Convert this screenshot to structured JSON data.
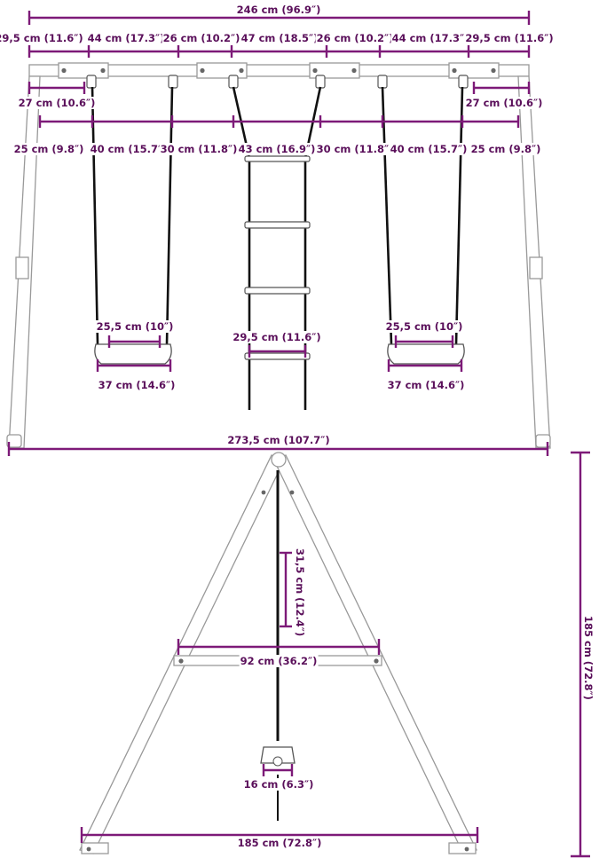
{
  "colors": {
    "dimension": "#7d1a78",
    "frame": "#9b9b9b",
    "text": "#5a0f5a",
    "rope": "#111111"
  },
  "front_view": {
    "beam_length": "246 cm (96.9″)",
    "segments": [
      "29,5 cm (11.6″)",
      "44 cm (17.3″)",
      "26 cm (10.2″)",
      "47 cm (18.5″)",
      "26 cm (10.2″)",
      "44 cm (17.3″)",
      "29,5 cm (11.6″)"
    ],
    "end_offset_left": "27 cm (10.6″)",
    "end_offset_right": "27 cm (10.6″)",
    "spacing": [
      "25 cm (9.8″)",
      "40 cm (15.7″)",
      "30 cm (11.8″)",
      "43 cm (16.9″)",
      "30 cm (11.8″)",
      "40 cm (15.7″)",
      "25 cm (9.8″)"
    ],
    "seat_inner_left": "25,5 cm (10″)",
    "seat_inner_right": "25,5 cm (10″)",
    "seat_width_left": "37 cm (14.6″)",
    "seat_width_right": "37 cm (14.6″)",
    "ladder_width": "29,5 cm (11.6″)",
    "base_width": "273,5 cm (107.7″)"
  },
  "side_view": {
    "height": "185 cm (72.8″)",
    "rope_segment": "31,5 cm (12.4″)",
    "crossbar": "92 cm (36.2″)",
    "seat_depth": "16 cm (6.3″)",
    "base_depth": "185 cm (72.8″)"
  }
}
